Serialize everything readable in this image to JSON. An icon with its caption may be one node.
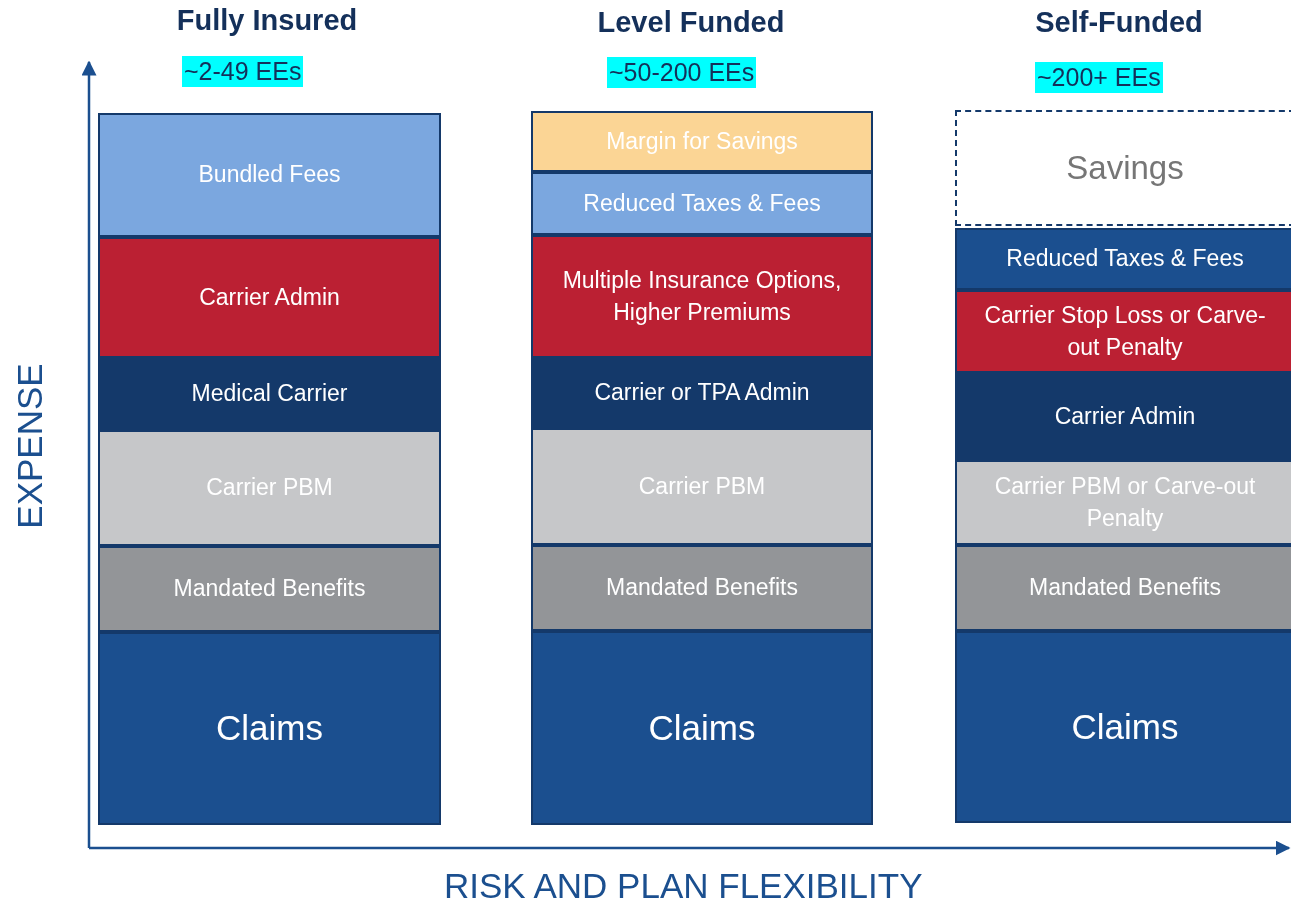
{
  "diagram": {
    "nodes": [
      {
        "text": [
          "Bundled Fees"
        ]
      },
      {
        "text": [
          "Carrier Admin"
        ]
      },
      {
        "text": [
          "Medical Carrier"
        ]
      },
      {
        "text": [
          "Carrier PBM"
        ]
      },
      {
        "text": [
          "Mandated Benefits"
        ]
      },
      {
        "text": [
          "Claims"
        ]
      },
      {
        "text": [
          "Margin for Savings"
        ]
      },
      {
        "text": [
          "Reduced Taxes & Fees"
        ]
      },
      {
        "text": [
          "Multiple Insurance Options, Higher Premiums"
        ]
      },
      {
        "text": [
          "Carrier or TPA Admin"
        ]
      },
      {
        "text": [
          "Carrier PBM"
        ]
      },
      {
        "text": [
          "Mandated Benefits"
        ]
      },
      {
        "text": [
          "Claims"
        ]
      },
      {
        "text": [
          "Savings"
        ]
      },
      {
        "text": [
          "Reduced Taxes & Fees"
        ]
      },
      {
        "text": [
          "Carrier Stop Loss or Carve-out Penalty"
        ]
      },
      {
        "text": [
          "Carrier Admin"
        ]
      },
      {
        "text": [
          "Carrier PBM or Carve-out Penalty"
        ]
      },
      {
        "text": [
          "Mandated Benefits"
        ]
      },
      {
        "text": [
          "Claims"
        ]
      }
    ],
    "labels": [
      "Fully Insured",
      "~2-49 EEs",
      "Level Funded",
      "~50-200 EEs",
      "Self-Funded",
      "~200+ EEs",
      "EXPENSE",
      "RISK AND PLAN FLEXIBILITY"
    ]
  }
}
